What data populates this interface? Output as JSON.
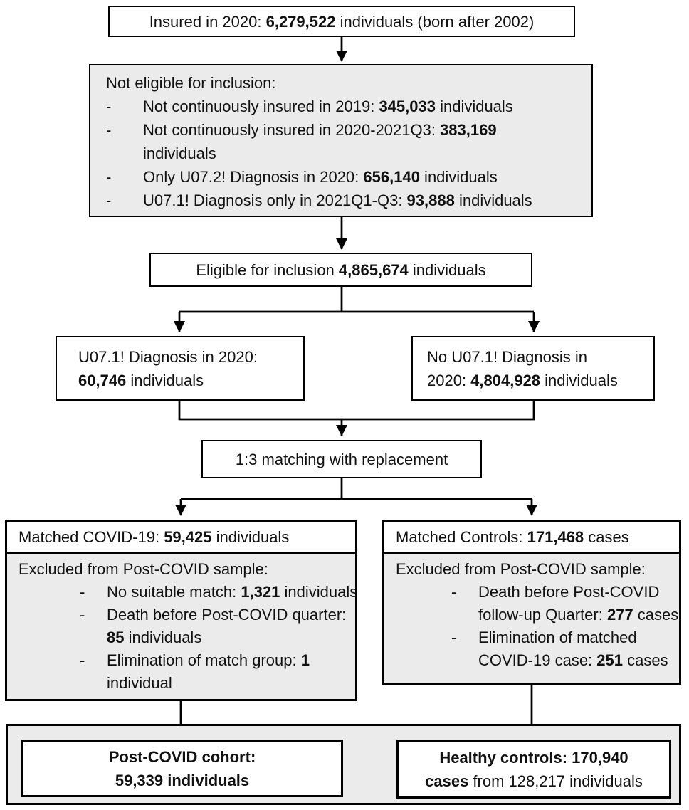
{
  "colors": {
    "border": "#000000",
    "gray_fill": "#EBEBEB",
    "white_fill": "#FFFFFF",
    "text": "#111111"
  },
  "flow": {
    "insured_box": {
      "rich": [
        {
          "text": "Insured in 2020: "
        },
        {
          "text": "6,279,522",
          "bold": true
        },
        {
          "text": " individuals (born after 2002)"
        }
      ]
    },
    "not_eligible_box": {
      "title": "Not eligible for inclusion:",
      "bullet": "-",
      "items": [
        {
          "rich": [
            {
              "text": "Not continuously insured in 2019: "
            },
            {
              "text": "345,033",
              "bold": true
            },
            {
              "text": " individuals"
            }
          ]
        },
        {
          "rich": [
            {
              "text": "Not continuously insured in 2020-2021Q3: "
            },
            {
              "text": "383,169",
              "bold": true
            },
            {
              "break": true
            },
            {
              "text": "individuals"
            }
          ]
        },
        {
          "rich": [
            {
              "text": "Only U07.2! Diagnosis in 2020: "
            },
            {
              "text": "656,140",
              "bold": true
            },
            {
              "text": " individuals"
            }
          ]
        },
        {
          "rich": [
            {
              "text": "U07.1! Diagnosis only in 2021Q1-Q3: "
            },
            {
              "text": "93,888",
              "bold": true
            },
            {
              "text": " individuals"
            }
          ]
        }
      ]
    },
    "eligible_box": {
      "rich": [
        {
          "text": "Eligible for inclusion "
        },
        {
          "text": "4,865,674",
          "bold": true
        },
        {
          "text": " individuals"
        }
      ]
    },
    "covid_branch_box": {
      "rich": [
        {
          "text": "U07.1! Diagnosis in 2020:"
        },
        {
          "break": true
        },
        {
          "text": "60,746",
          "bold": true
        },
        {
          "text": " individuals"
        }
      ]
    },
    "control_branch_box": {
      "rich": [
        {
          "text": "No U07.1! Diagnosis in"
        },
        {
          "break": true
        },
        {
          "text": "2020: "
        },
        {
          "text": "4,804,928",
          "bold": true
        },
        {
          "text": " individuals"
        }
      ]
    },
    "matching_box": {
      "rich": [
        {
          "text": "1:3 matching with replacement"
        }
      ]
    },
    "matched_covid_box": {
      "header_rich": [
        {
          "text": "Matched COVID-19: "
        },
        {
          "text": "59,425",
          "bold": true
        },
        {
          "text": " individuals"
        }
      ],
      "excluded_title": "Excluded from Post-COVID sample:",
      "bullet": "-",
      "items": [
        {
          "rich": [
            {
              "text": "No suitable match: "
            },
            {
              "text": "1,321",
              "bold": true
            },
            {
              "text": " individuals"
            }
          ]
        },
        {
          "rich": [
            {
              "text": "Death before Post-COVID quarter:"
            },
            {
              "break": true
            },
            {
              "text": "85",
              "bold": true
            },
            {
              "text": " individuals"
            }
          ]
        },
        {
          "rich": [
            {
              "text": "Elimination of match group: "
            },
            {
              "text": "1",
              "bold": true
            },
            {
              "break": true
            },
            {
              "text": "individual"
            }
          ]
        }
      ]
    },
    "matched_controls_box": {
      "header_rich": [
        {
          "text": "Matched Controls: "
        },
        {
          "text": "171,468",
          "bold": true
        },
        {
          "text": " cases"
        }
      ],
      "excluded_title": "Excluded from Post-COVID sample:",
      "bullet": "-",
      "items": [
        {
          "rich": [
            {
              "text": "Death before Post-COVID"
            },
            {
              "break": true
            },
            {
              "text": "follow-up Quarter: "
            },
            {
              "text": "277",
              "bold": true
            },
            {
              "text": " cases"
            }
          ]
        },
        {
          "rich": [
            {
              "text": "Elimination of matched"
            },
            {
              "break": true
            },
            {
              "text": "COVID-19 case: "
            },
            {
              "text": "251",
              "bold": true
            },
            {
              "text": " cases"
            }
          ]
        }
      ]
    },
    "post_covid_cohort_box": {
      "rich": [
        {
          "text": "Post-COVID cohort:",
          "bold": true
        },
        {
          "break": true
        },
        {
          "text": "59,339 individuals",
          "bold": true
        }
      ]
    },
    "healthy_controls_box": {
      "rich": [
        {
          "text": "Healthy controls: 170,940",
          "bold": true
        },
        {
          "break": true
        },
        {
          "text": "cases",
          "bold": true
        },
        {
          "text": " from 128,217 individuals"
        }
      ]
    }
  }
}
